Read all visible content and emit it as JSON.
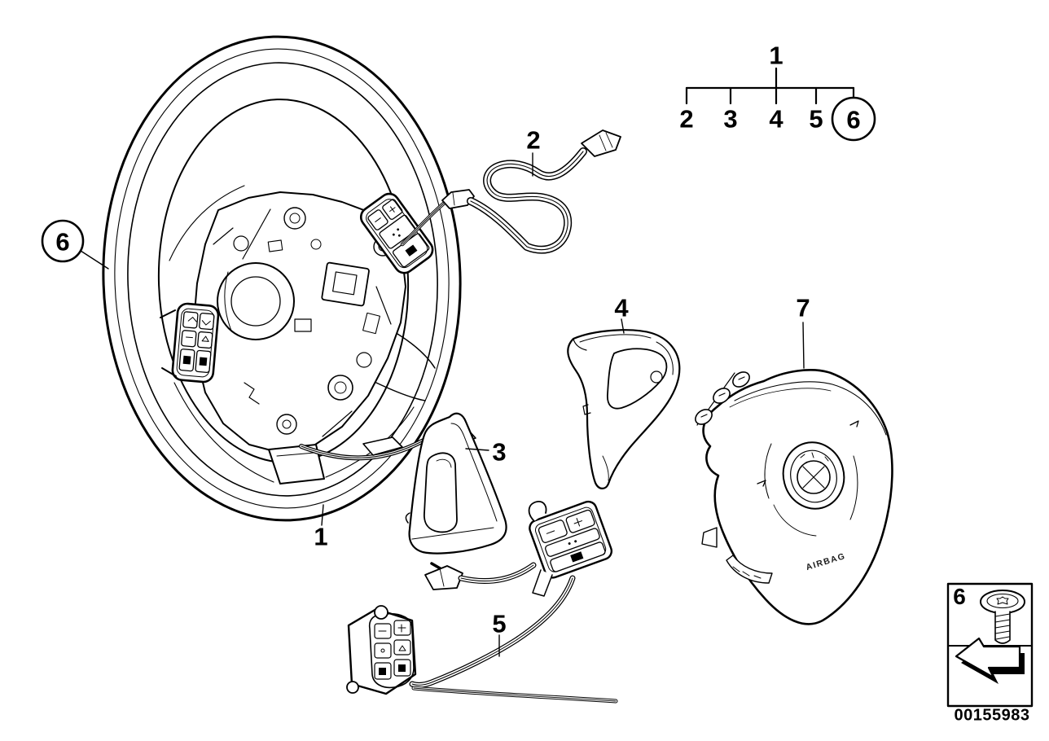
{
  "diagram": {
    "background": "#ffffff",
    "line_color": "#000000",
    "doc_number": "00155983",
    "airbag_label": "AIRBAG"
  },
  "callouts": {
    "steering_wheel": "1",
    "connecting_cable": "2",
    "left_spoke_trim": "3",
    "right_spoke_trim": "4",
    "multifunction_switch": "5",
    "fillister_screw": "6",
    "airbag_module": "7"
  },
  "hierarchy": {
    "root": "1",
    "children": [
      {
        "label": "2",
        "circled": false
      },
      {
        "label": "3",
        "circled": false
      },
      {
        "label": "4",
        "circled": false
      },
      {
        "label": "5",
        "circled": false
      },
      {
        "label": "6",
        "circled": true
      }
    ]
  },
  "legend": {
    "item_label": "6",
    "icons": [
      "torx-screw-icon",
      "installation-direction-arrow-icon"
    ]
  }
}
